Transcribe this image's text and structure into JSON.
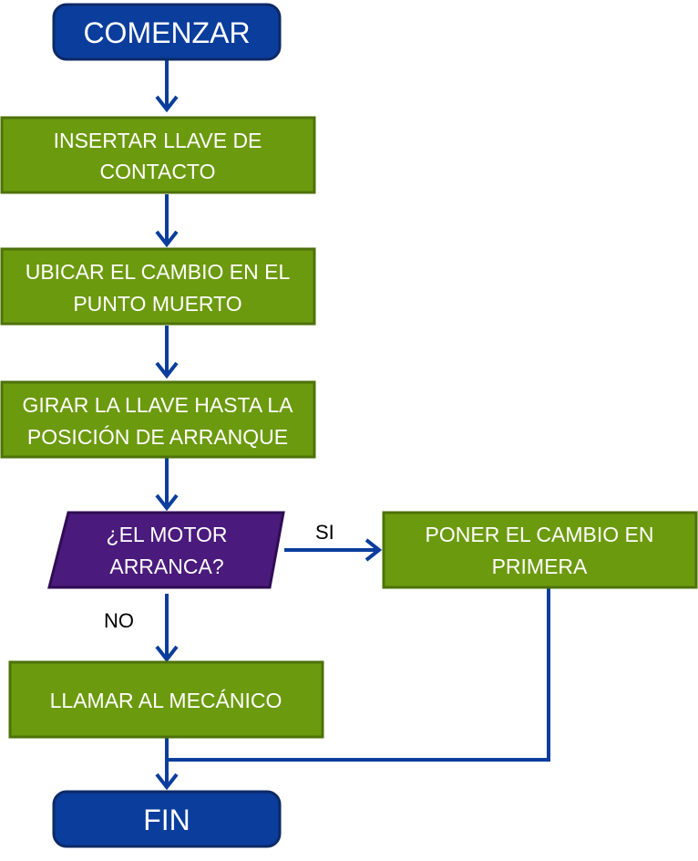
{
  "nodes": {
    "start": {
      "text": [
        "COMENZAR"
      ]
    },
    "insert_key": {
      "text": [
        "INSERTAR LLAVE DE",
        "CONTACTO"
      ]
    },
    "neutral": {
      "text": [
        "UBICAR EL CAMBIO EN EL",
        "PUNTO MUERTO"
      ]
    },
    "turn_key": {
      "text": [
        "GIRAR LA LLAVE HASTA LA",
        "POSICIÓN DE ARRANQUE"
      ]
    },
    "decision": {
      "text": [
        "¿EL MOTOR",
        "ARRANCA?"
      ]
    },
    "first_gear": {
      "text": [
        "PONER EL CAMBIO EN",
        "PRIMERA"
      ]
    },
    "call_mechanic": {
      "text": [
        "LLAMAR AL MECÁNICO"
      ]
    },
    "end": {
      "text": [
        "FIN"
      ]
    }
  },
  "edge_labels": {
    "yes": "SI",
    "no": "NO"
  },
  "colors": {
    "terminal_fill": "#0a3d9c",
    "terminal_border": "#0d2a66",
    "process_fill": "#6c9a0e",
    "process_border": "#4d7209",
    "decision_fill": "#4a1a7c",
    "decision_border": "#2f0d55",
    "arrow": "#0a3d9c"
  }
}
